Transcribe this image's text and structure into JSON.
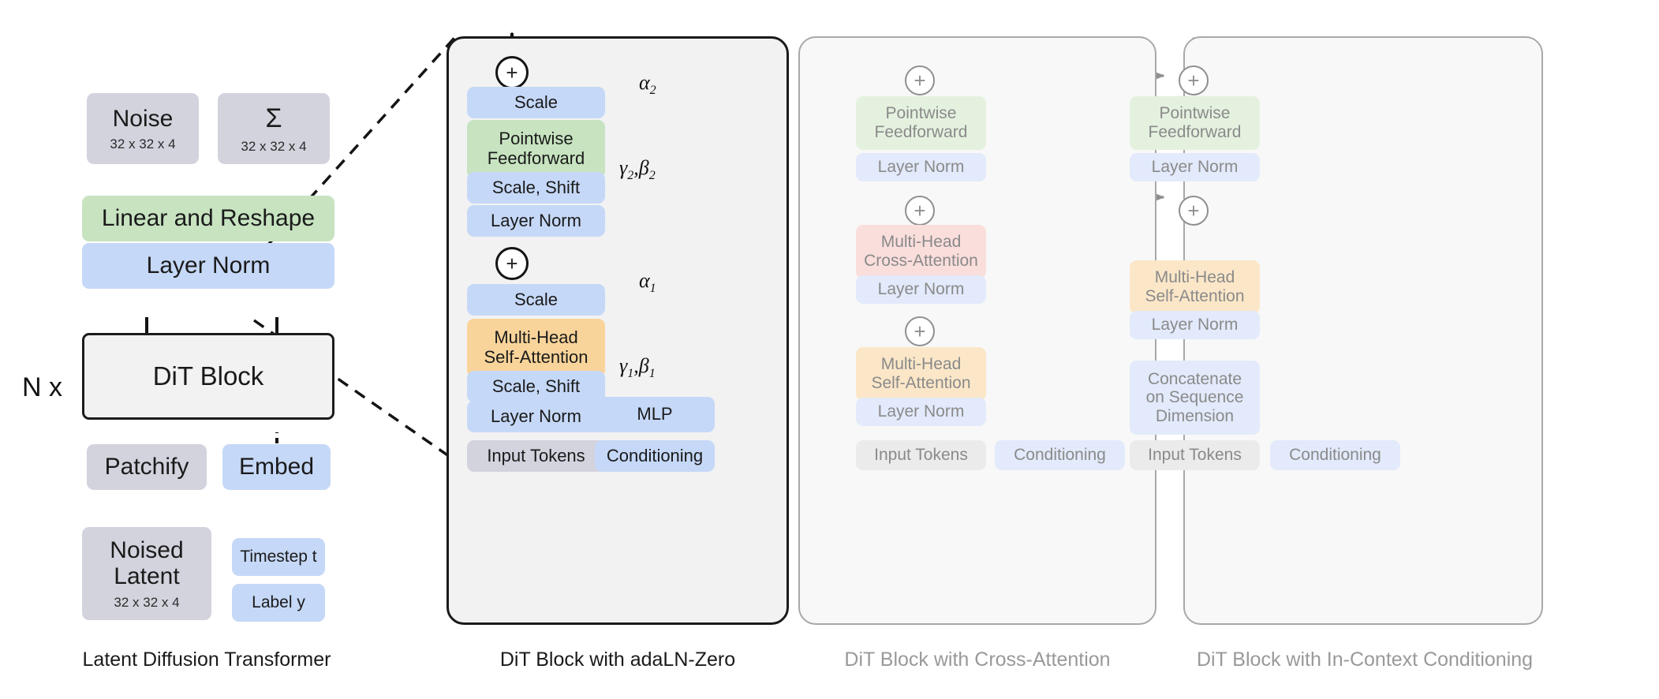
{
  "figure": {
    "title": "DiT architecture variants",
    "colors": {
      "grey": "#d2d3dd",
      "blue": "#c5d8f7",
      "green": "#c7e3c0",
      "orange": "#f9d49a",
      "red": "#f8c9c6",
      "panel_active_border": "#1a1a1a",
      "panel_faded_border": "#a8a8a8",
      "faded_text": "#8a8a8a"
    }
  },
  "panel1": {
    "caption": "Latent Diffusion Transformer",
    "noise": {
      "label": "Noise",
      "shape": "32 x 32 x 4"
    },
    "sigma": {
      "label": "Σ",
      "shape": "32 x 32 x 4"
    },
    "linear_reshape": "Linear and Reshape",
    "layer_norm": "Layer Norm",
    "repeat": "N x",
    "dit_block": "DiT Block",
    "patchify": "Patchify",
    "embed": "Embed",
    "noised_latent": {
      "label_line1": "Noised",
      "label_line2": "Latent",
      "shape": "32 x 32 x 4"
    },
    "timestep": "Timestep t",
    "label_y": "Label y"
  },
  "panel2": {
    "caption": "DiT Block with adaLN-Zero",
    "plus_top": "+",
    "plus_mid": "+",
    "scale_top": "Scale",
    "pointwise_feedforward": "Pointwise\nFeedforward",
    "pointwise_feedforward_l1": "Pointwise",
    "pointwise_feedforward_l2": "Feedforward",
    "scale_shift_top": "Scale, Shift",
    "layer_norm_top": "Layer Norm",
    "scale_bottom": "Scale",
    "mhsa_l1": "Multi-Head",
    "mhsa_l2": "Self-Attention",
    "scale_shift_bottom": "Scale, Shift",
    "layer_norm_bottom": "Layer Norm",
    "input_tokens": "Input Tokens",
    "conditioning": "Conditioning",
    "mlp": "MLP",
    "alpha2": "α",
    "alpha2_sub": "2",
    "gamma_beta_2": "γ",
    "gamma_beta_2_sub": "2",
    "gamma_beta_2_b": "β",
    "gamma_beta_2_b_sub": "2",
    "alpha1": "α",
    "alpha1_sub": "1",
    "gamma_beta_1": "γ",
    "gamma_beta_1_sub": "1",
    "gamma_beta_1_b": "β",
    "gamma_beta_1_b_sub": "1"
  },
  "panel3": {
    "caption": "DiT Block with Cross-Attention",
    "plus_top": "+",
    "plus_mid": "+",
    "plus_bot": "+",
    "pointwise_feedforward_l1": "Pointwise",
    "pointwise_feedforward_l2": "Feedforward",
    "layer_norm_1": "Layer Norm",
    "mhca_l1": "Multi-Head",
    "mhca_l2": "Cross-Attention",
    "layer_norm_2": "Layer Norm",
    "mhsa_l1": "Multi-Head",
    "mhsa_l2": "Self-Attention",
    "layer_norm_3": "Layer Norm",
    "input_tokens": "Input Tokens",
    "conditioning": "Conditioning"
  },
  "panel4": {
    "caption": "DiT Block with In-Context Conditioning",
    "plus_top": "+",
    "plus_mid": "+",
    "pointwise_feedforward_l1": "Pointwise",
    "pointwise_feedforward_l2": "Feedforward",
    "layer_norm_1": "Layer Norm",
    "mhsa_l1": "Multi-Head",
    "mhsa_l2": "Self-Attention",
    "layer_norm_2": "Layer Norm",
    "concat_l1": "Concatenate",
    "concat_l2": "on Sequence",
    "concat_l3": "Dimension",
    "input_tokens": "Input Tokens",
    "conditioning": "Conditioning"
  }
}
